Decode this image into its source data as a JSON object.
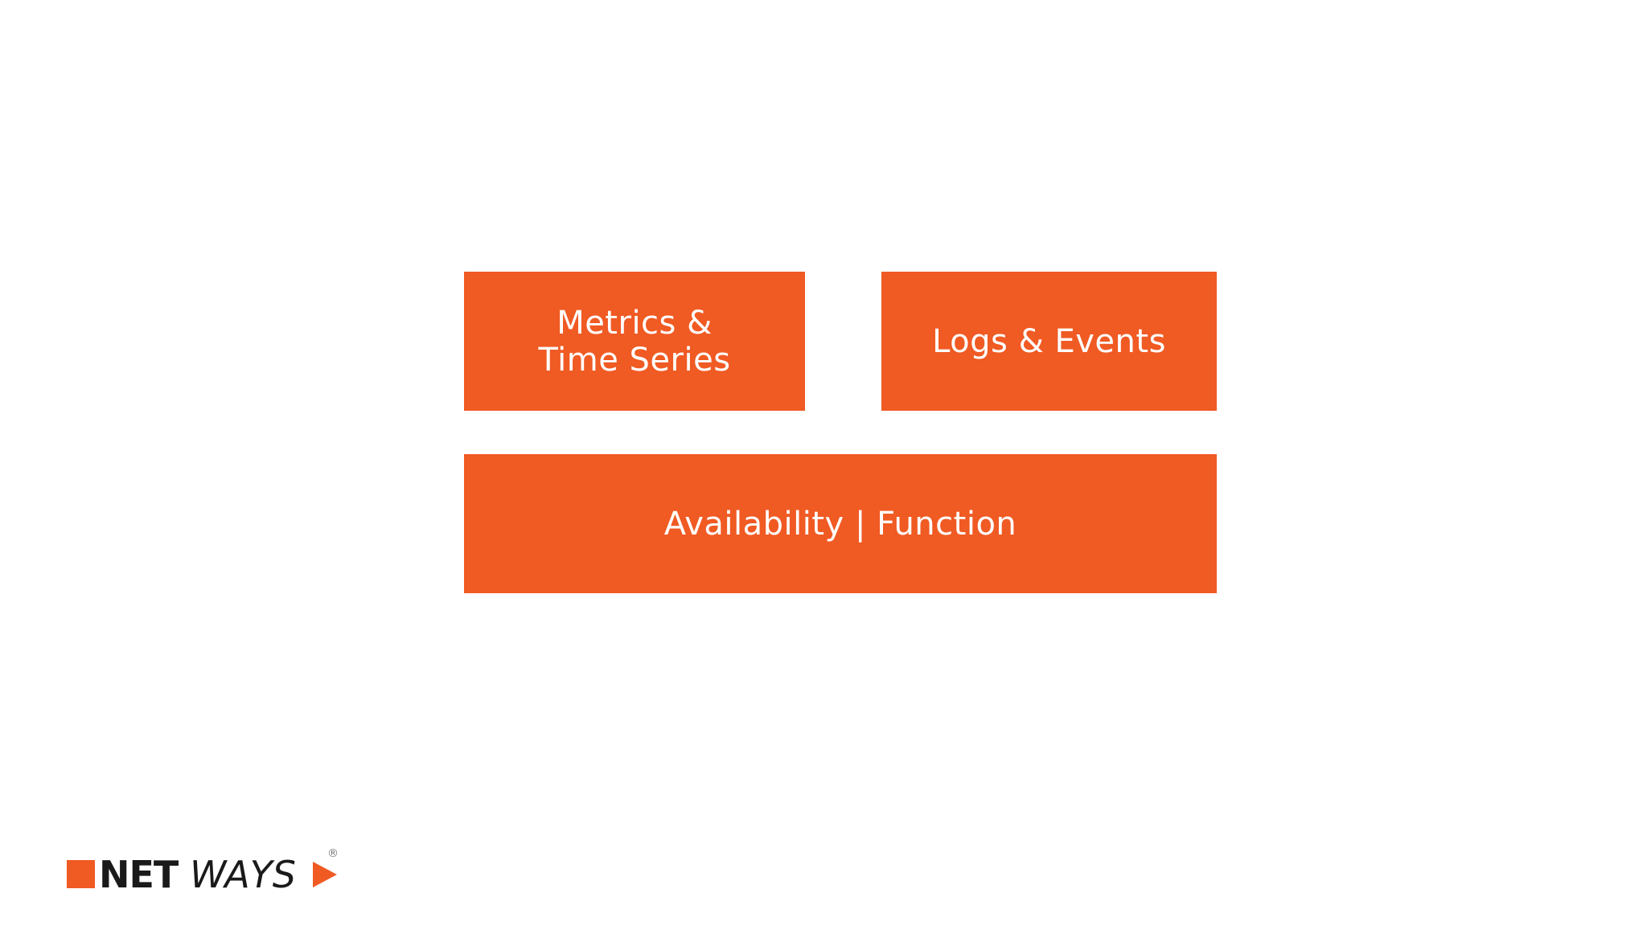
{
  "colors": {
    "accent": "#f05a23",
    "logo_text": "#1a1a1a",
    "background": "#ffffff"
  },
  "boxes": {
    "metrics": "Metrics &\nTime Series",
    "logs": "Logs & Events",
    "availability": "Availability  |  Function"
  },
  "logo": {
    "net": "NET",
    "ways": "WAYS",
    "registered": "®"
  }
}
